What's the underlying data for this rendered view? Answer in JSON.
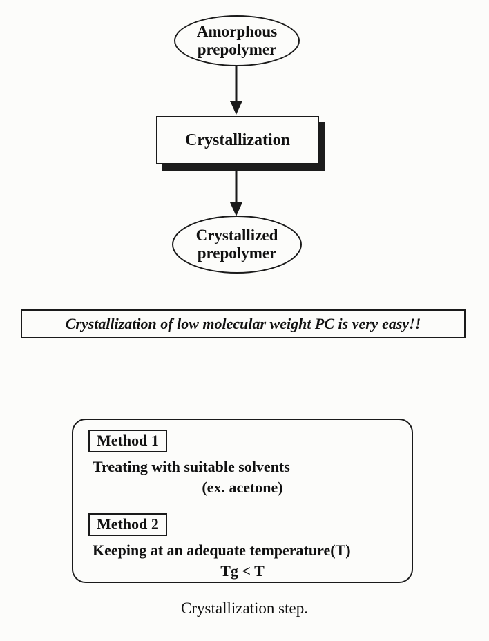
{
  "flowchart": {
    "top_ellipse": {
      "line1": "Amorphous",
      "line2": "prepolymer"
    },
    "process_box": {
      "label": "Crystallization"
    },
    "bottom_ellipse": {
      "line1": "Crystallized",
      "line2": "prepolymer"
    }
  },
  "banner": {
    "text": "Crystallization of low molecular weight PC is very easy!!"
  },
  "methods_box": {
    "method1": {
      "label": "Method 1",
      "line1": "Treating with  suitable solvents",
      "line2": "(ex. acetone)"
    },
    "method2": {
      "label": "Method 2",
      "line1": "Keeping at an adequate temperature(T)",
      "line2": "Tg  <  T"
    }
  },
  "caption": "Crystallization step."
}
